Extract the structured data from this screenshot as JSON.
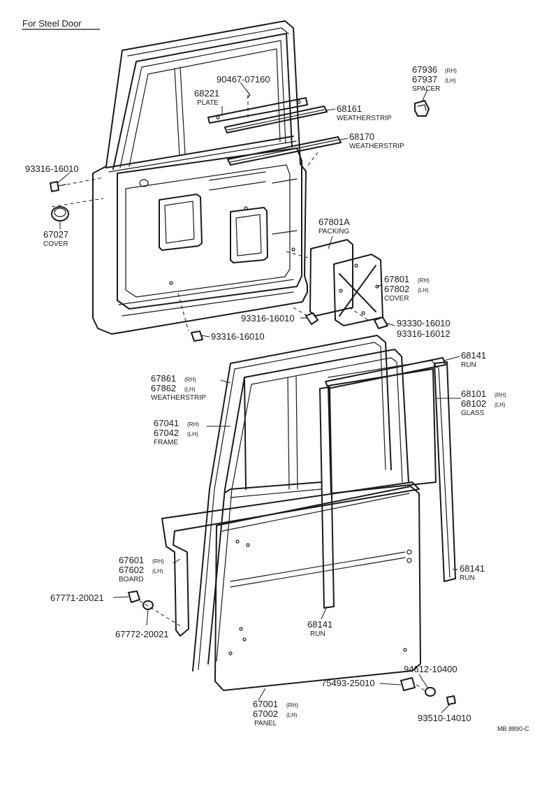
{
  "title": "For Steel Door",
  "drawing_code": "MB 8890-C",
  "callouts": {
    "c90467": {
      "num": "90467-07160"
    },
    "c68221": {
      "num": "68221",
      "name": "PLATE"
    },
    "c67936": {
      "num": "67936",
      "side": "(RH)"
    },
    "c67937": {
      "num": "67937",
      "side": "(LH)",
      "name": "SPACER"
    },
    "c68161": {
      "num": "68161",
      "name": "WEATHERSTRIP"
    },
    "c68170": {
      "num": "68170",
      "name": "WEATHERSTRIP"
    },
    "c93316a": {
      "num": "93316-16010"
    },
    "c67027": {
      "num": "67027",
      "name": "COVER"
    },
    "c67801A": {
      "num": "67801A",
      "name": "PACKING"
    },
    "c67801": {
      "num": "67801",
      "side": "(RH)"
    },
    "c67802": {
      "num": "67802",
      "side": "(LH)",
      "name": "COVER"
    },
    "c93316b": {
      "num": "93316-16010"
    },
    "c93330": {
      "num": "93330-16010"
    },
    "c93316_16012": {
      "num": "93316-16012"
    },
    "c93316c": {
      "num": "93316-16010"
    },
    "c68141a": {
      "num": "68141",
      "name": "RUN"
    },
    "c67861": {
      "num": "67861",
      "side": "(RH)"
    },
    "c67862": {
      "num": "67862",
      "side": "(LH)",
      "name": "WEATHERSTRIP"
    },
    "c68101": {
      "num": "68101",
      "side": "(RH)"
    },
    "c68102": {
      "num": "68102",
      "side": "(LH)",
      "name": "GLASS"
    },
    "c67041": {
      "num": "67041",
      "side": "(RH)"
    },
    "c67042": {
      "num": "67042",
      "side": "(LH)",
      "name": "FRAME"
    },
    "c67601": {
      "num": "67601",
      "side": "(RH)"
    },
    "c67602": {
      "num": "67602",
      "side": "(LH)",
      "name": "BOARD"
    },
    "c68141b": {
      "num": "68141",
      "name": "RUN"
    },
    "c67771": {
      "num": "67771-20021"
    },
    "c67772": {
      "num": "67772-20021"
    },
    "c68141c": {
      "num": "68141",
      "name": "RUN"
    },
    "c94612": {
      "num": "94612-10400"
    },
    "c75493": {
      "num": "75493-25010"
    },
    "c67001": {
      "num": "67001",
      "side": "(RH)"
    },
    "c67002": {
      "num": "67002",
      "side": "(LH)",
      "name": "PANEL"
    },
    "c93510": {
      "num": "93510-14010"
    }
  }
}
